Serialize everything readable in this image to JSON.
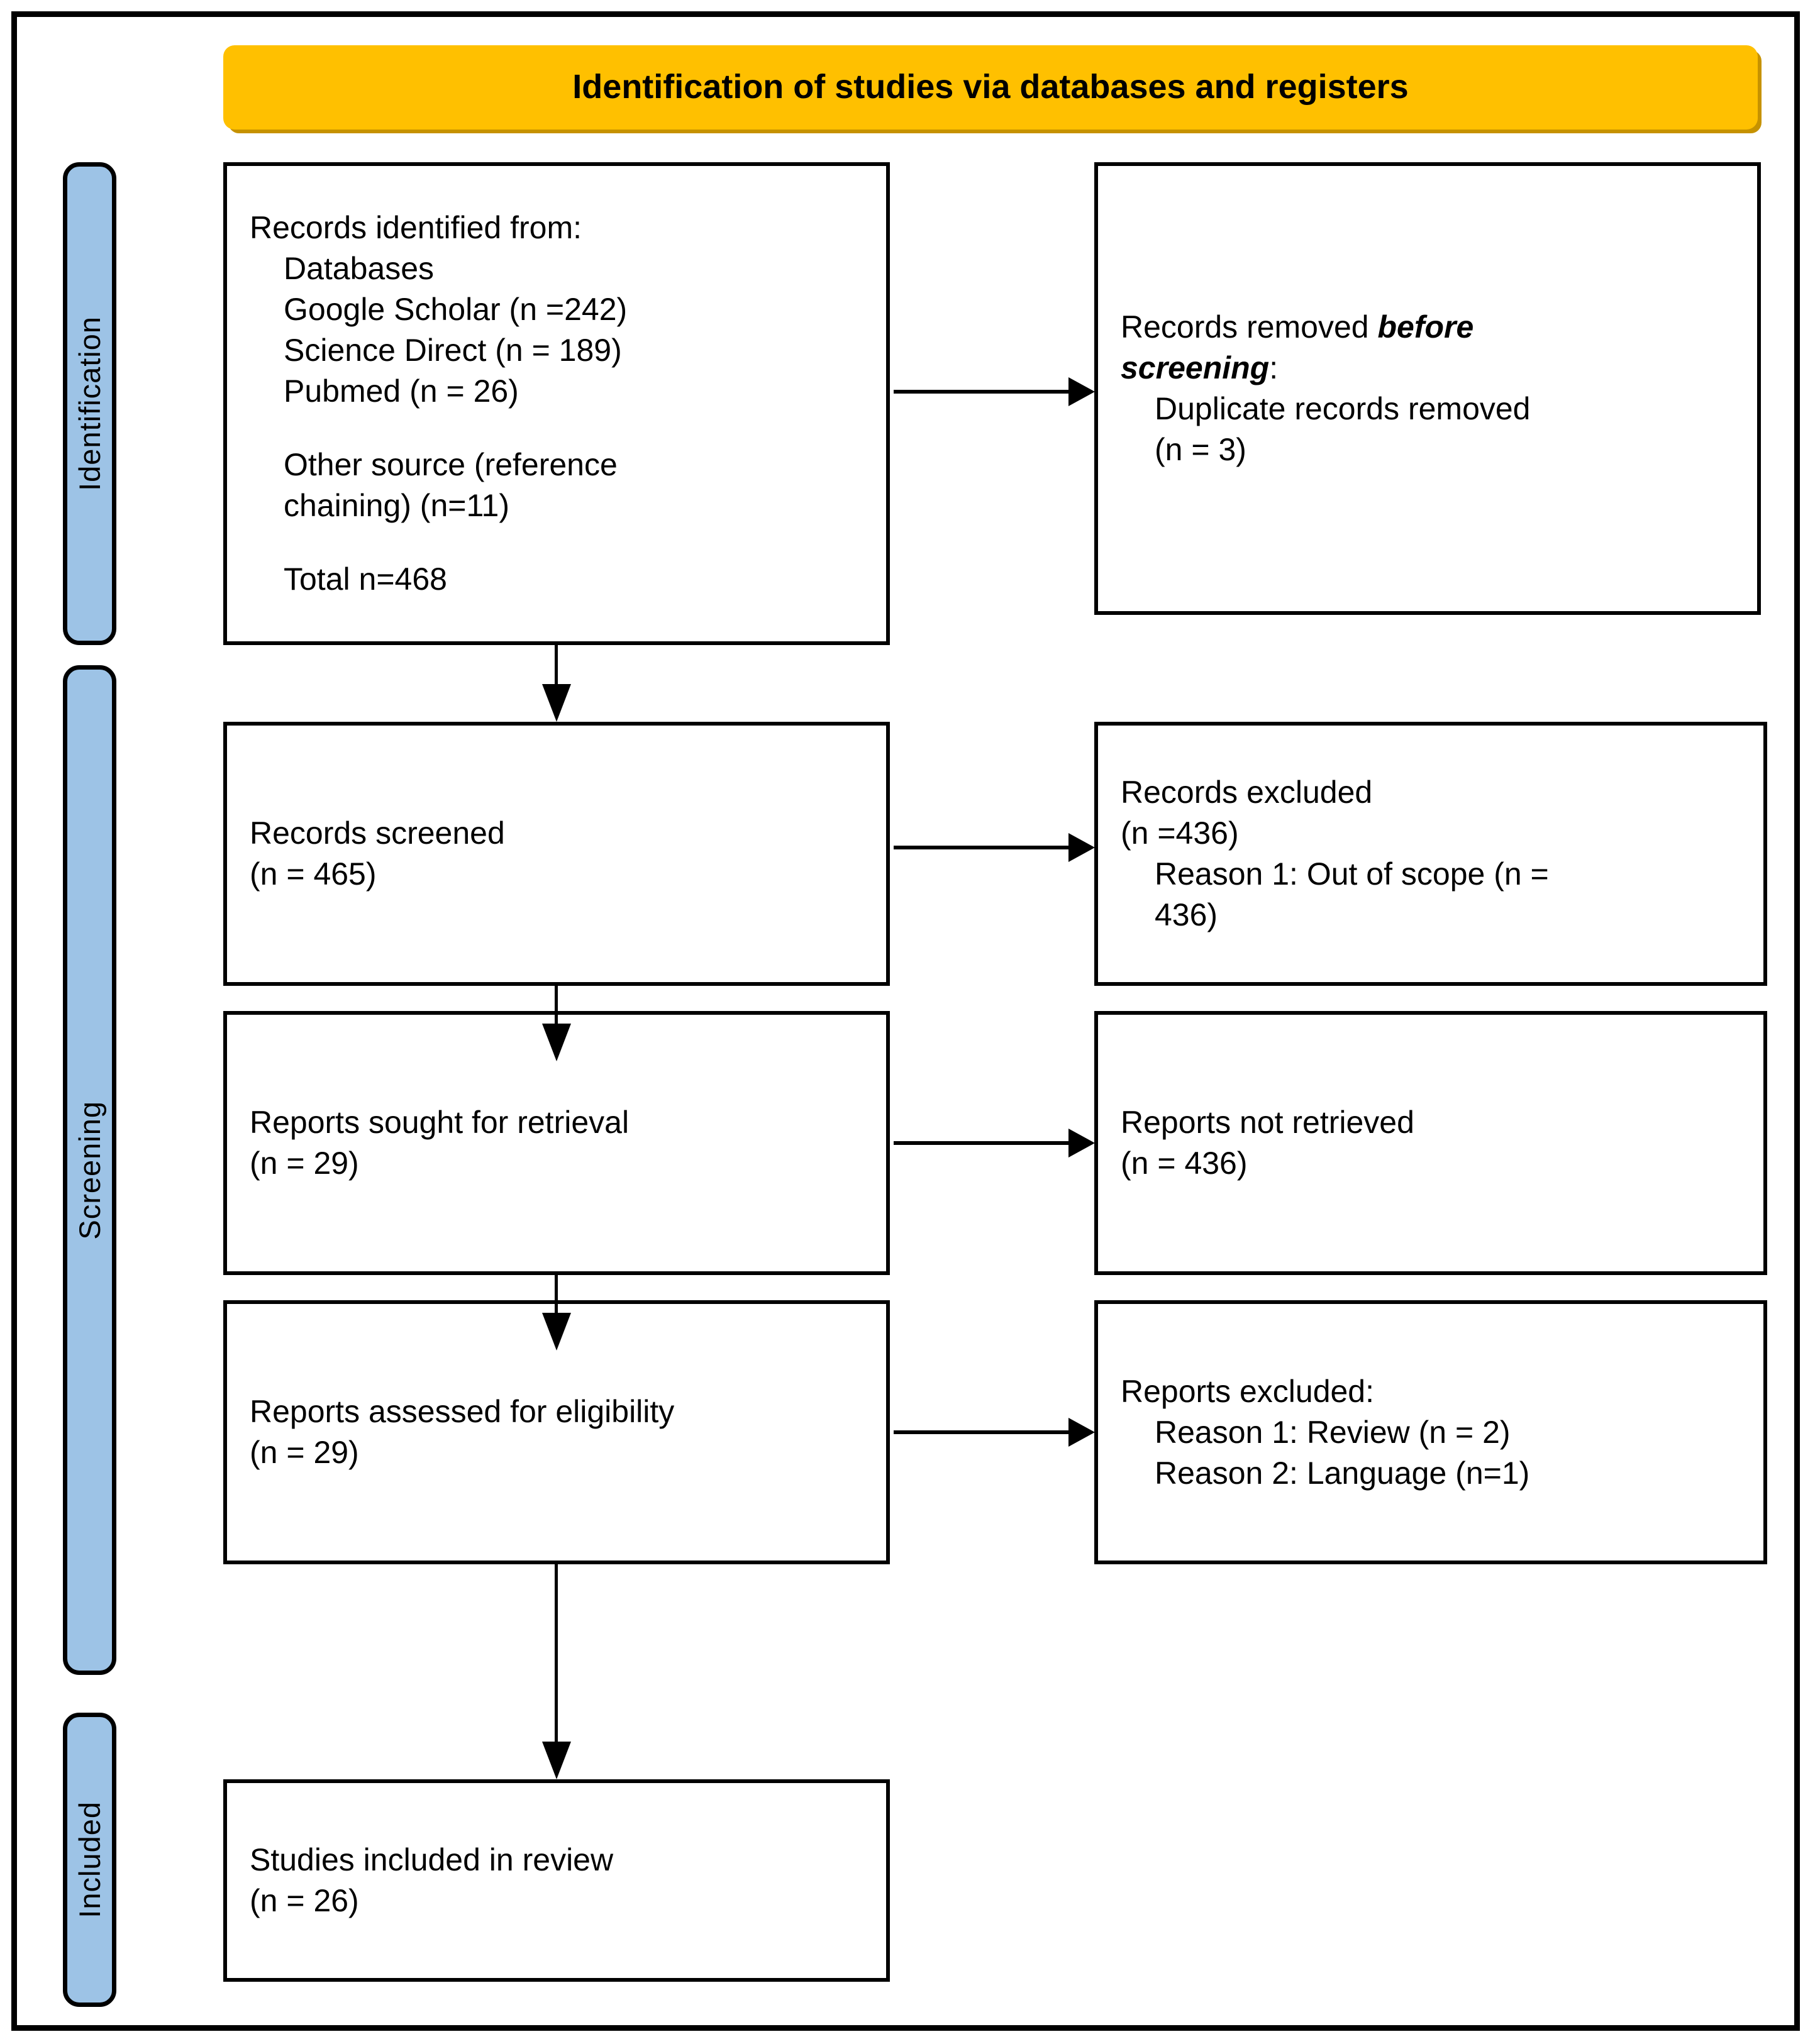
{
  "colors": {
    "banner_fill": "#FFC000",
    "banner_shadow": "#C69200",
    "stage_fill": "#9DC3E6",
    "border": "#000000",
    "box_fill": "#FFFFFF"
  },
  "banner": {
    "title": "Identification of studies via databases and registers"
  },
  "stages": [
    {
      "id": "identification",
      "label": "Identification"
    },
    {
      "id": "screening",
      "label": "Screening"
    },
    {
      "id": "included",
      "label": "Included"
    }
  ],
  "boxes": {
    "identified": {
      "name": "records-identified",
      "lines": [
        {
          "text": "Records identified from:",
          "indent": false
        },
        {
          "text": "Databases",
          "indent": true
        },
        {
          "text": "Google Scholar (n =242)",
          "indent": true
        },
        {
          "text": "Science Direct (n = 189)",
          "indent": true
        },
        {
          "text": "Pubmed (n = 26)",
          "indent": true
        },
        {
          "text": "",
          "indent": false
        },
        {
          "text": "Other source (reference",
          "indent": true
        },
        {
          "text": "chaining) (n=11)",
          "indent": true
        },
        {
          "text": "",
          "indent": false
        },
        {
          "text": "Total n=468",
          "indent": true
        }
      ]
    },
    "removed": {
      "name": "records-removed-before-screening",
      "line1_plain": "Records removed ",
      "line1_italic": "before",
      "line2_italic": "screening",
      "line2_plain": ":",
      "lines_rest": [
        {
          "text": "Duplicate records removed",
          "indent": true
        },
        {
          "text": "(n = 3)",
          "indent": true
        }
      ]
    },
    "screened": {
      "name": "records-screened",
      "lines": [
        {
          "text": "Records screened",
          "indent": false
        },
        {
          "text": "(n = 465)",
          "indent": false
        }
      ]
    },
    "excluded_records": {
      "name": "records-excluded",
      "lines": [
        {
          "text": "Records excluded",
          "indent": false
        },
        {
          "text": "(n =436)",
          "indent": false
        },
        {
          "text": "Reason 1: Out of scope (n =",
          "indent": true
        },
        {
          "text": "436)",
          "indent": true
        }
      ]
    },
    "sought": {
      "name": "reports-sought-for-retrieval",
      "lines": [
        {
          "text": "Reports sought for retrieval",
          "indent": false
        },
        {
          "text": "(n = 29)",
          "indent": false
        }
      ]
    },
    "not_retrieved": {
      "name": "reports-not-retrieved",
      "lines": [
        {
          "text": "Reports not retrieved",
          "indent": false
        },
        {
          "text": "(n = 436)",
          "indent": false
        }
      ]
    },
    "assessed": {
      "name": "reports-assessed-for-eligibility",
      "lines": [
        {
          "text": "Reports assessed for eligibility",
          "indent": false
        },
        {
          "text": "(n = 29)",
          "indent": false
        }
      ]
    },
    "excluded_reports": {
      "name": "reports-excluded",
      "lines": [
        {
          "text": "Reports excluded:",
          "indent": false
        },
        {
          "text": "Reason 1: Review (n = 2)",
          "indent": true
        },
        {
          "text": "Reason 2: Language (n=1)",
          "indent": true
        }
      ]
    },
    "included": {
      "name": "studies-included-in-review",
      "lines": [
        {
          "text": "Studies included in review",
          "indent": false
        },
        {
          "text": "(n = 26)",
          "indent": false
        }
      ]
    }
  },
  "arrows": [
    {
      "name": "arrow-identified-to-removed",
      "direction": "right"
    },
    {
      "name": "arrow-identified-to-screened",
      "direction": "down"
    },
    {
      "name": "arrow-screened-to-excluded",
      "direction": "right"
    },
    {
      "name": "arrow-screened-to-sought",
      "direction": "down"
    },
    {
      "name": "arrow-sought-to-not-retrieved",
      "direction": "right"
    },
    {
      "name": "arrow-sought-to-assessed",
      "direction": "down"
    },
    {
      "name": "arrow-assessed-to-excluded-reports",
      "direction": "right"
    },
    {
      "name": "arrow-assessed-to-included",
      "direction": "down"
    }
  ]
}
